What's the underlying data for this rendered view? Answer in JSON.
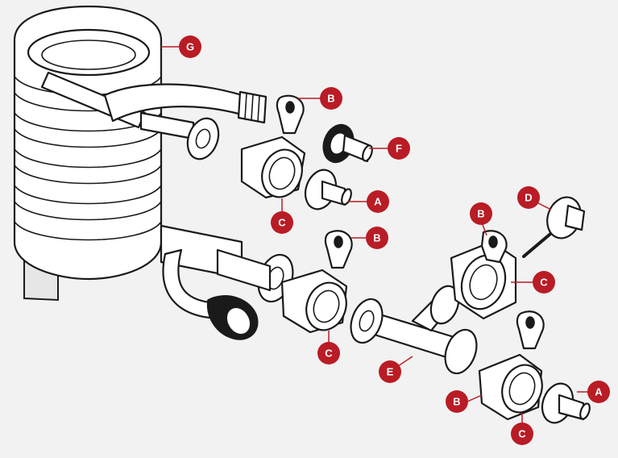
{
  "callouts": {
    "G": "G",
    "B_top": "B",
    "F": "F",
    "A_top": "A",
    "C_top": "C",
    "B_mid": "B",
    "B_right": "B",
    "D": "D",
    "C_right": "C",
    "C_mid": "C",
    "E": "E",
    "A_bottom": "A",
    "B_bottom": "B",
    "C_bottom": "C"
  },
  "colors": {
    "callout_red": "#b91c25",
    "outline": "#1a1a1a",
    "background": "#f2f2f2",
    "part_fill": "#ffffff"
  }
}
